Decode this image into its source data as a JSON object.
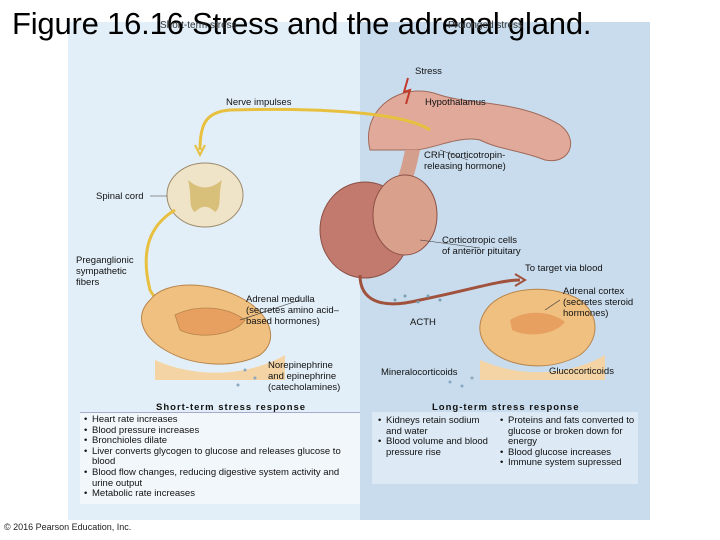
{
  "title": "Figure 16.16 Stress and the adrenal gland.",
  "headers": {
    "short_term": "Short-term stress",
    "prolonged": "Prolonged stress"
  },
  "labels": {
    "stress": "Stress",
    "nerve_impulses": "Nerve impulses",
    "hypothalamus": "Hypothalamus",
    "crh": "CRH (corticotropin-\nreleasing hormone)",
    "spinal_cord": "Spinal cord",
    "corticotropic": "Corticotropic cells\nof anterior pituitary",
    "preganglionic": "Preganglionic\nsympathetic\nfibers",
    "to_target": "To target via blood",
    "adrenal_medulla": "Adrenal medulla\n(secretes amino acid–\nbased hormones)",
    "adrenal_cortex": "Adrenal cortex\n(secretes steroid\nhormones)",
    "acth": "ACTH",
    "norepinephrine": "Norepinephrine\nand epinephrine\n(catecholamines)",
    "mineralocorticoids": "Mineralocorticoids",
    "glucocorticoids": "Glucocorticoids"
  },
  "short_term_response": {
    "title": "Short-term stress response",
    "items": [
      "Heart rate increases",
      "Blood pressure increases",
      "Bronchioles dilate",
      "Liver converts glycogen to glucose and releases glucose to blood",
      "Blood flow changes, reducing digestive system activity and urine output",
      "Metabolic rate increases"
    ]
  },
  "long_term_response": {
    "title": "Long-term stress response",
    "left_items": [
      "Kidneys retain sodium and water",
      "Blood volume and blood pressure rise"
    ],
    "right_items": [
      "Proteins and fats converted to glucose or broken down for energy",
      "Blood glucose increases",
      "Immune system supressed"
    ]
  },
  "copyright": "© 2016 Pearson Education, Inc.",
  "colors": {
    "panel_left": "#e3eff8",
    "panel_right": "#c9dced",
    "gland": "#f0c080",
    "pituitary": "#c98a7c",
    "nerve": "#e8c040",
    "vessel": "#a0523d"
  }
}
